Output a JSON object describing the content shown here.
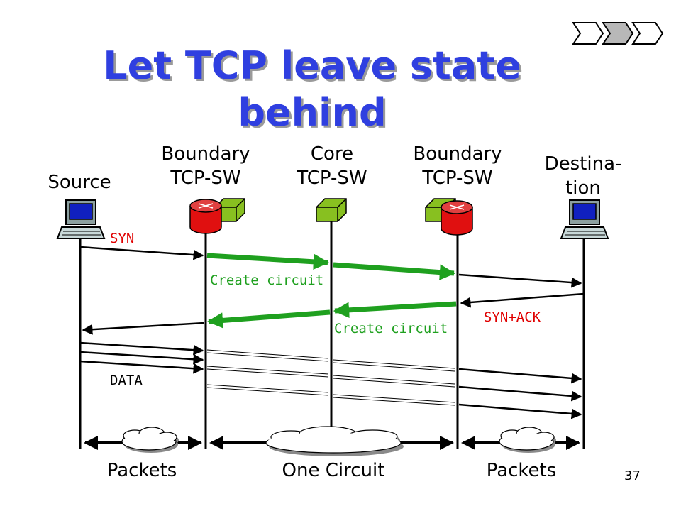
{
  "title": "Let TCP leave state behind",
  "slide_number": "37",
  "nodes": {
    "source": "Source",
    "boundary1": [
      "Boundary",
      "TCP-SW"
    ],
    "core": [
      "Core",
      "TCP-SW"
    ],
    "boundary2": [
      "Boundary",
      "TCP-SW"
    ],
    "destination": [
      "Destina-",
      "tion"
    ]
  },
  "messages": {
    "syn": "SYN",
    "create_circuit_1": "Create circuit",
    "syn_ack": "SYN+ACK",
    "create_circuit_2": "Create circuit",
    "data": "DATA"
  },
  "segments": {
    "left": "Packets",
    "middle": "One Circuit",
    "right": "Packets"
  },
  "colors": {
    "title": "#2f3fe0",
    "signal_red": "#e00000",
    "circuit_green": "#1fa01f",
    "router_red": "#e01010",
    "switch_green": "#88c020"
  }
}
